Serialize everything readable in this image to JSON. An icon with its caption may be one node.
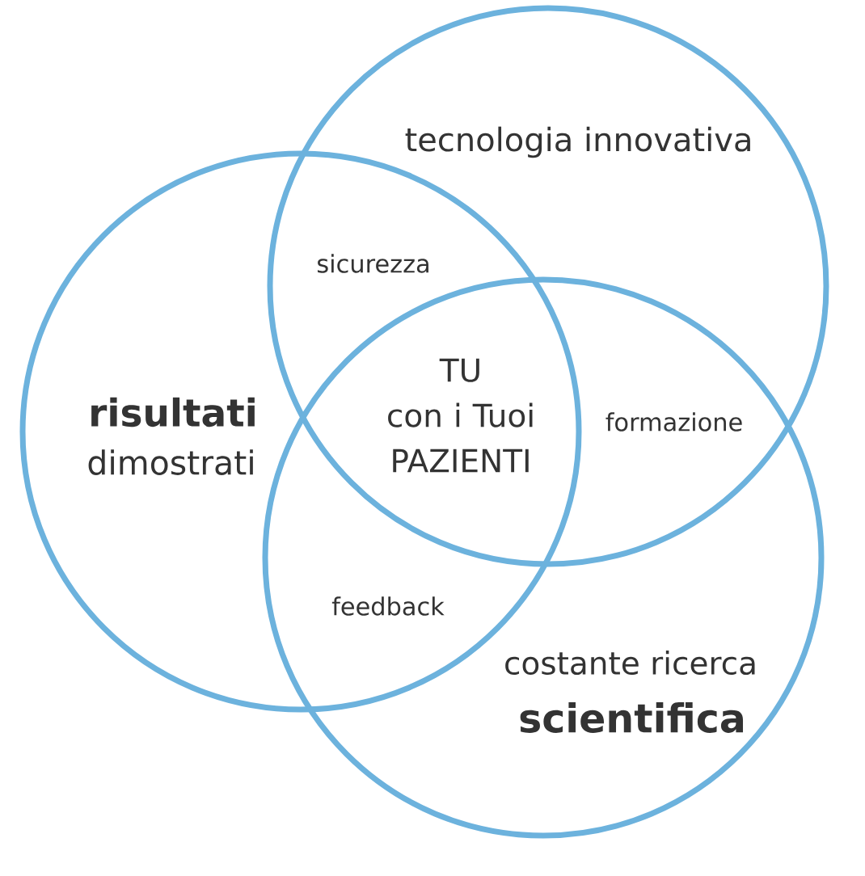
{
  "diagram": {
    "nodes": [
      {
        "text": [
          "tecnologia innovativa"
        ]
      },
      {
        "text": [
          "risultati",
          "dimostrati"
        ]
      },
      {
        "text": [
          "costante ricerca",
          "scientifica"
        ]
      }
    ],
    "labels": [
      "sicurezza",
      "TU con i Tuoi PAZIENTI",
      "formazione",
      "feedback"
    ]
  }
}
